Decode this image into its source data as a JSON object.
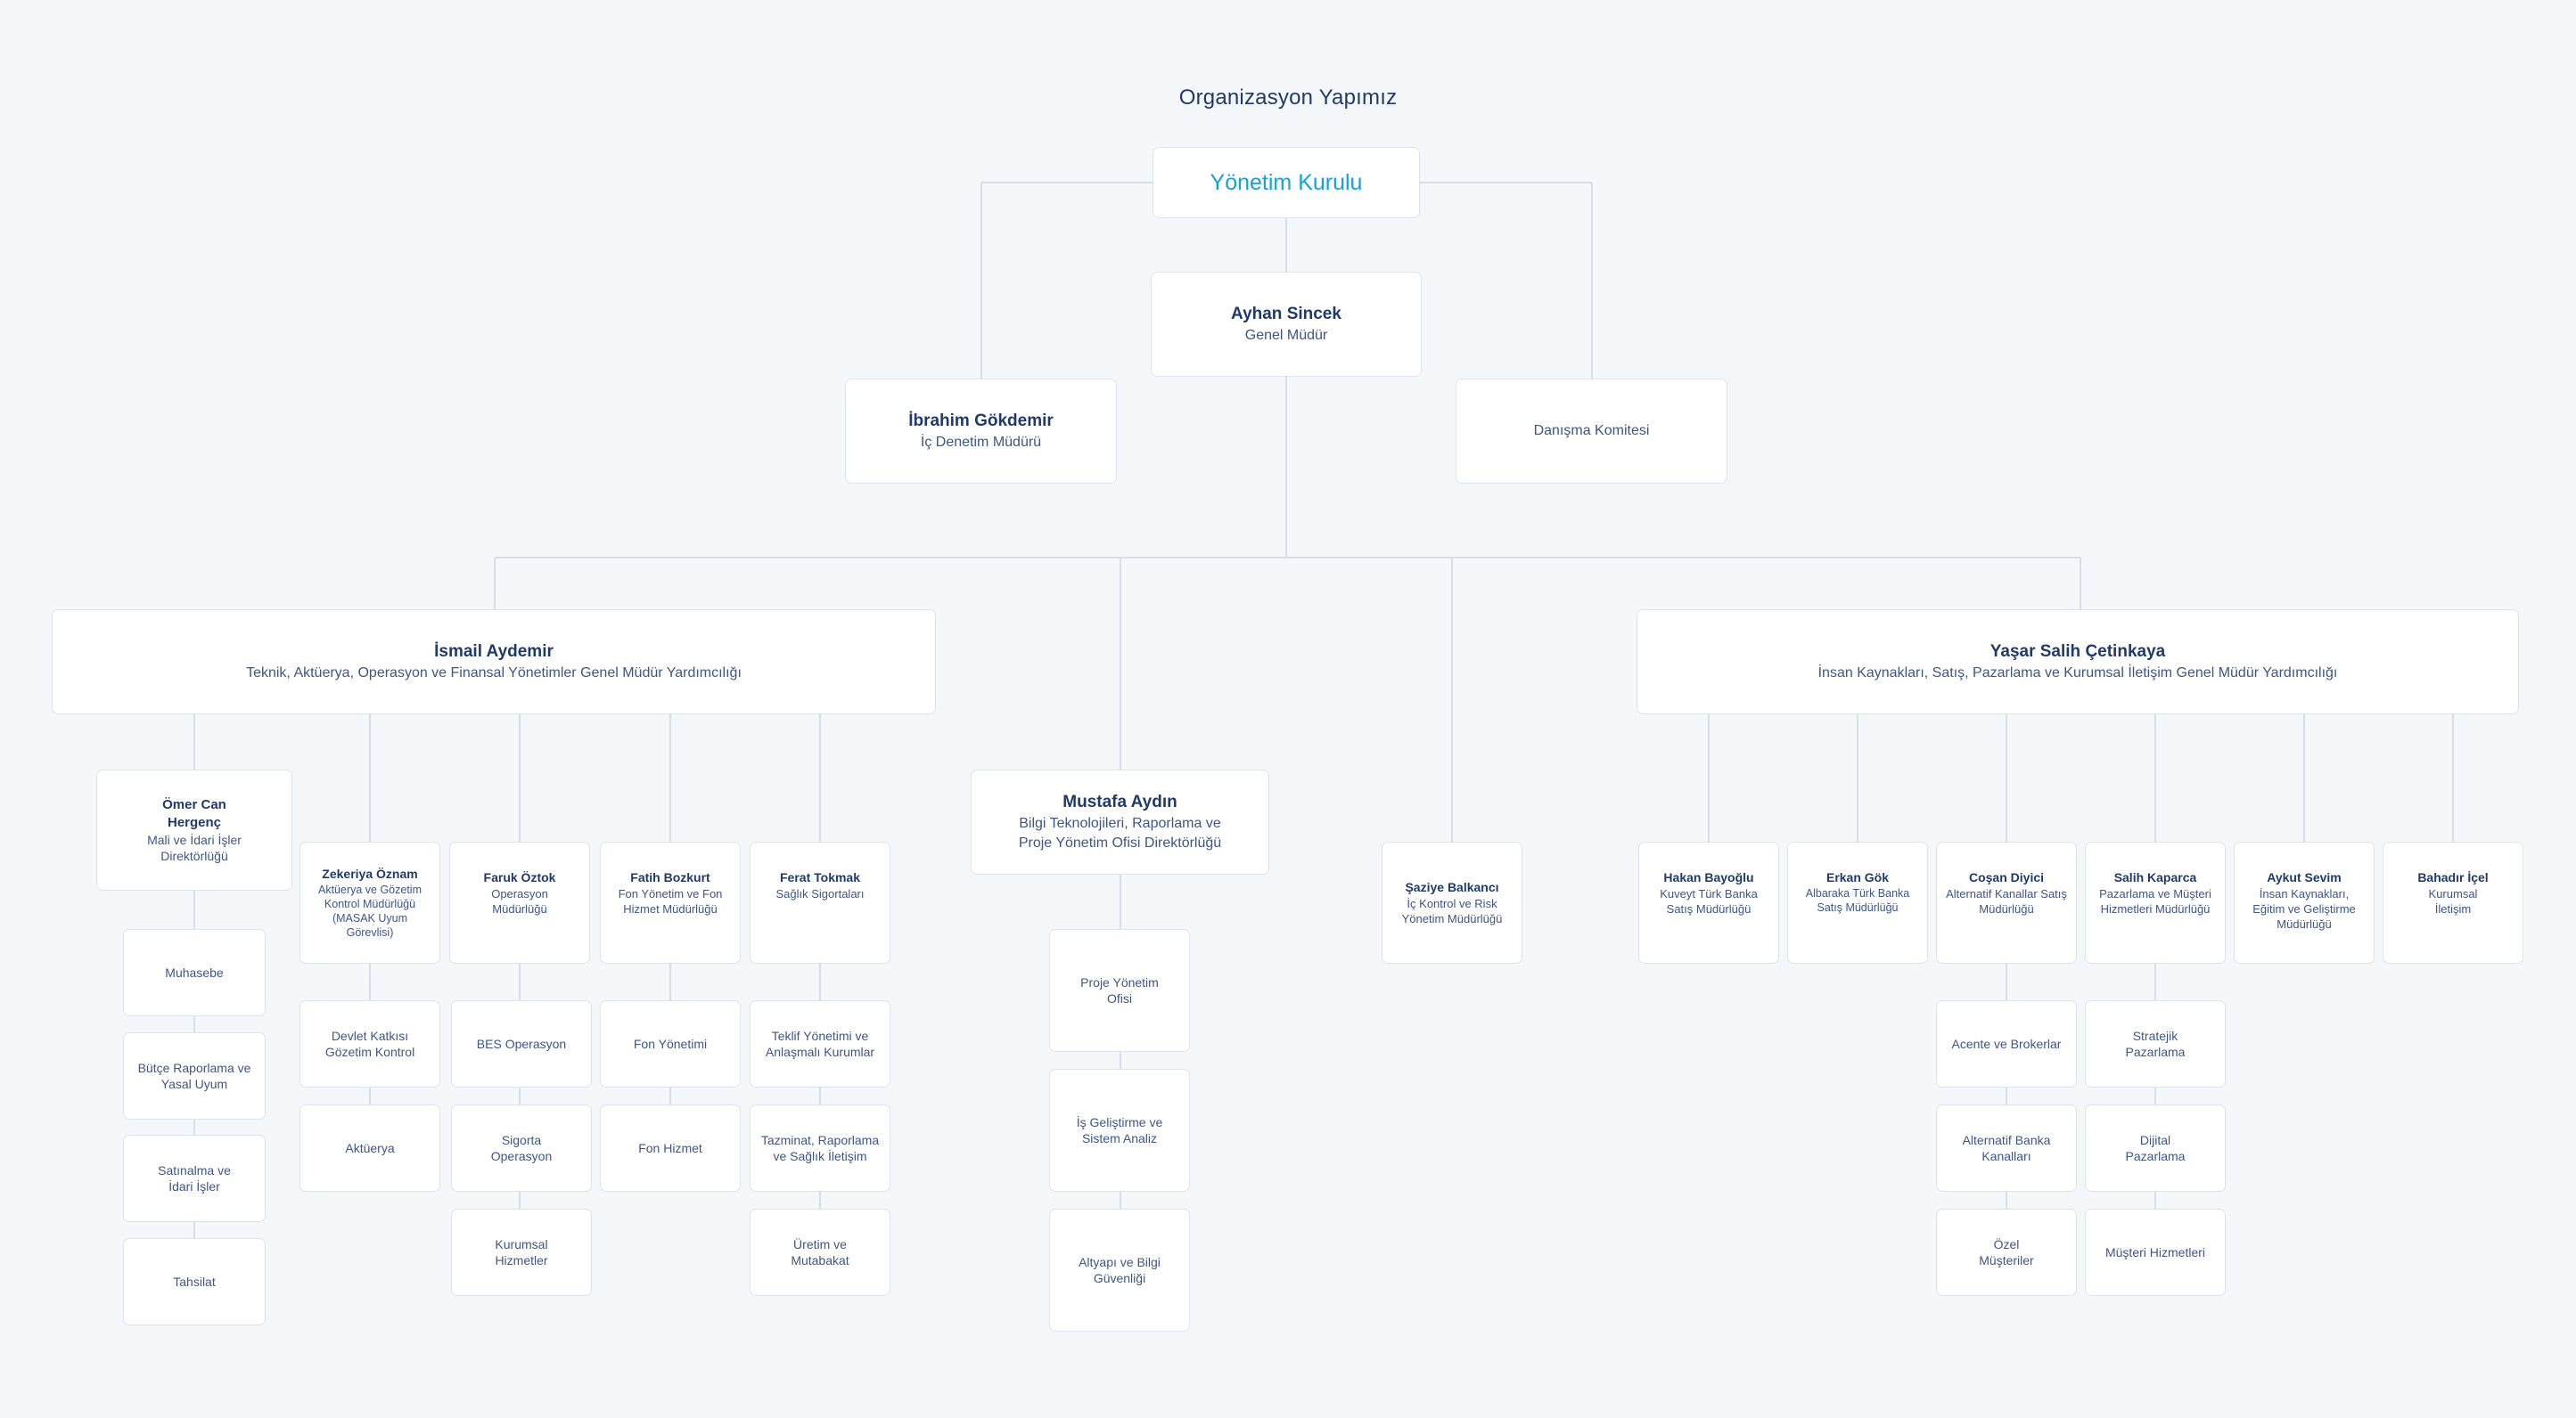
{
  "title": "Organizasyon Yapımız",
  "board": "Yönetim Kurulu",
  "ceo": {
    "name": "Ayhan Sincek",
    "role": "Genel Müdür"
  },
  "audit": {
    "name": "İbrahim Gökdemir",
    "role": "İç Denetim Müdürü"
  },
  "advisory": {
    "role": "Danışma Komitesi"
  },
  "vp1": {
    "name": "İsmail Aydemir",
    "role": "Teknik, Aktüerya, Operasyon ve Finansal Yönetimler Genel Müdür Yardımcılığı"
  },
  "it": {
    "name": "Mustafa Aydın",
    "role": "Bilgi Teknolojileri, Raporlama ve Proje Yönetim Ofisi Direktörlüğü"
  },
  "risk": {
    "name": "Şaziye Balkancı",
    "role": "İç Kontrol ve Risk Yönetim Müdürlüğü"
  },
  "vp2": {
    "name": "Yaşar Salih Çetinkaya",
    "role": "İnsan Kaynakları, Satış, Pazarlama ve Kurumsal İletişim Genel Müdür Yardımcılığı"
  },
  "vp1_units": [
    {
      "name": "Ömer Can Hergenç",
      "role": "Mali ve İdari İşler Direktörlüğü",
      "subs": [
        "Muhasebe",
        "Bütçe Raporlama ve Yasal Uyum",
        "Satınalma ve İdari İşler",
        "Tahsilat"
      ]
    },
    {
      "name": "Zekeriya Öznam",
      "role": "Aktüerya ve Gözetim Kontrol Müdürlüğü (MASAK Uyum Görevlisi)",
      "subs": [
        "Devlet Katkısı Gözetim Kontrol",
        "Aktüerya"
      ]
    },
    {
      "name": "Faruk Öztok",
      "role": "Operasyon Müdürlüğü",
      "subs": [
        "BES Operasyon",
        "Sigorta Operasyon",
        "Kurumsal Hizmetler"
      ]
    },
    {
      "name": "Fatih Bozkurt",
      "role": "Fon Yönetim ve Fon Hizmet Müdürlüğü",
      "subs": [
        "Fon Yönetimi",
        "Fon Hizmet"
      ]
    },
    {
      "name": "Ferat Tokmak",
      "role": "Sağlık Sigortaları",
      "subs": [
        "Teklif Yönetimi ve Anlaşmalı Kurumlar",
        "Tazminat, Raporlama ve Sağlık İletişim",
        "Üretim ve Mutabakat"
      ]
    }
  ],
  "it_subs": [
    "Proje Yönetim Ofisi",
    "İş Geliştirme ve Sistem Analiz",
    "Altyapı ve Bilgi Güvenliği"
  ],
  "vp2_units": [
    {
      "name": "Hakan Bayoğlu",
      "role": "Kuveyt Türk Banka Satış Müdürlüğü",
      "subs": []
    },
    {
      "name": "Erkan Gök",
      "role": "Albaraka Türk Banka Satış Müdürlüğü",
      "subs": []
    },
    {
      "name": "Coşan Diyici",
      "role": "Alternatif Kanallar Satış Müdürlüğü",
      "subs": [
        "Acente ve Brokerlar",
        "Alternatif Banka Kanalları",
        "Özel Müşteriler"
      ]
    },
    {
      "name": "Salih Kaparca",
      "role": "Pazarlama ve Müşteri Hizmetleri Müdürlüğü",
      "subs": [
        "Stratejik Pazarlama",
        "Dijital Pazarlama",
        "Müşteri Hizmetleri"
      ]
    },
    {
      "name": "Aykut Sevim",
      "role": "İnsan Kaynakları, Eğitim ve Geliştirme Müdürlüğü",
      "subs": []
    },
    {
      "name": "Bahadır İçel",
      "role": "Kurumsal İletişim",
      "subs": []
    }
  ]
}
